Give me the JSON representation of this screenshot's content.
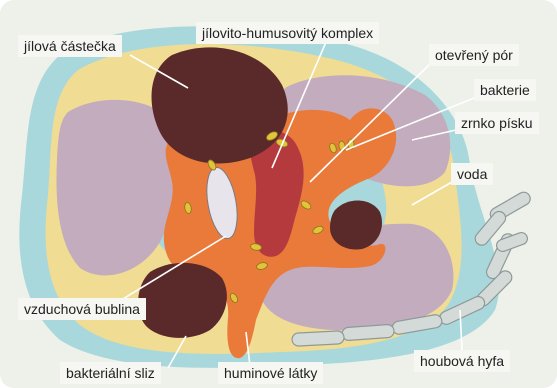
{
  "labels": {
    "clay_particle": "jílová částečka",
    "clay_humus_complex": "jílovito-humusovitý komplex",
    "open_pore": "otevřený pór",
    "bacteria": "bakterie",
    "sand_grain": "zrnko písku",
    "water": "voda",
    "air_bubble": "vzduchová bublina",
    "bacterial_slime": "bakteriální sliz",
    "humic_substances": "huminové látky",
    "fungal_hypha": "houbová hyfa"
  },
  "colors": {
    "background": "#eef0ea",
    "water": "#a9d8dc",
    "slime": "#f0dc92",
    "sand_grain": "#c3acbd",
    "clay_particle": "#5a2a2a",
    "humic_substances": "#ea7a3a",
    "clay_humus_complex": "#b53a3e",
    "bacteria": "#e2c43a",
    "air_bubble": "#e8e4ec",
    "fungal_hypha": "#d4dad8"
  }
}
